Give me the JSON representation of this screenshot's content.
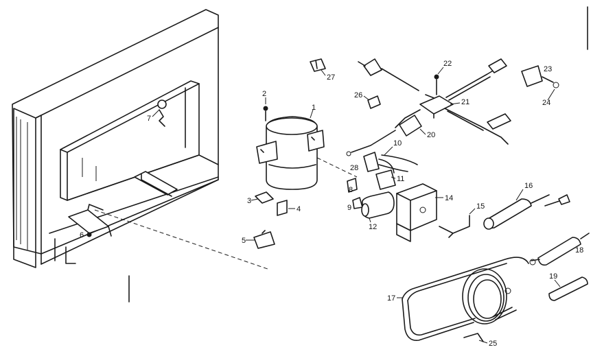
{
  "parts": [
    {
      "num": "1"
    },
    {
      "num": "2"
    },
    {
      "num": "3"
    },
    {
      "num": "4"
    },
    {
      "num": "5"
    },
    {
      "num": "6"
    },
    {
      "num": "7"
    },
    {
      "num": "8"
    },
    {
      "num": "9"
    },
    {
      "num": "10"
    },
    {
      "num": "11"
    },
    {
      "num": "12"
    },
    {
      "num": "14"
    },
    {
      "num": "15"
    },
    {
      "num": "16"
    },
    {
      "num": "17"
    },
    {
      "num": "18"
    },
    {
      "num": "19"
    },
    {
      "num": "20"
    },
    {
      "num": "21"
    },
    {
      "num": "22"
    },
    {
      "num": "23"
    },
    {
      "num": "24"
    },
    {
      "num": "25"
    },
    {
      "num": "26"
    },
    {
      "num": "27"
    },
    {
      "num": "28"
    }
  ]
}
